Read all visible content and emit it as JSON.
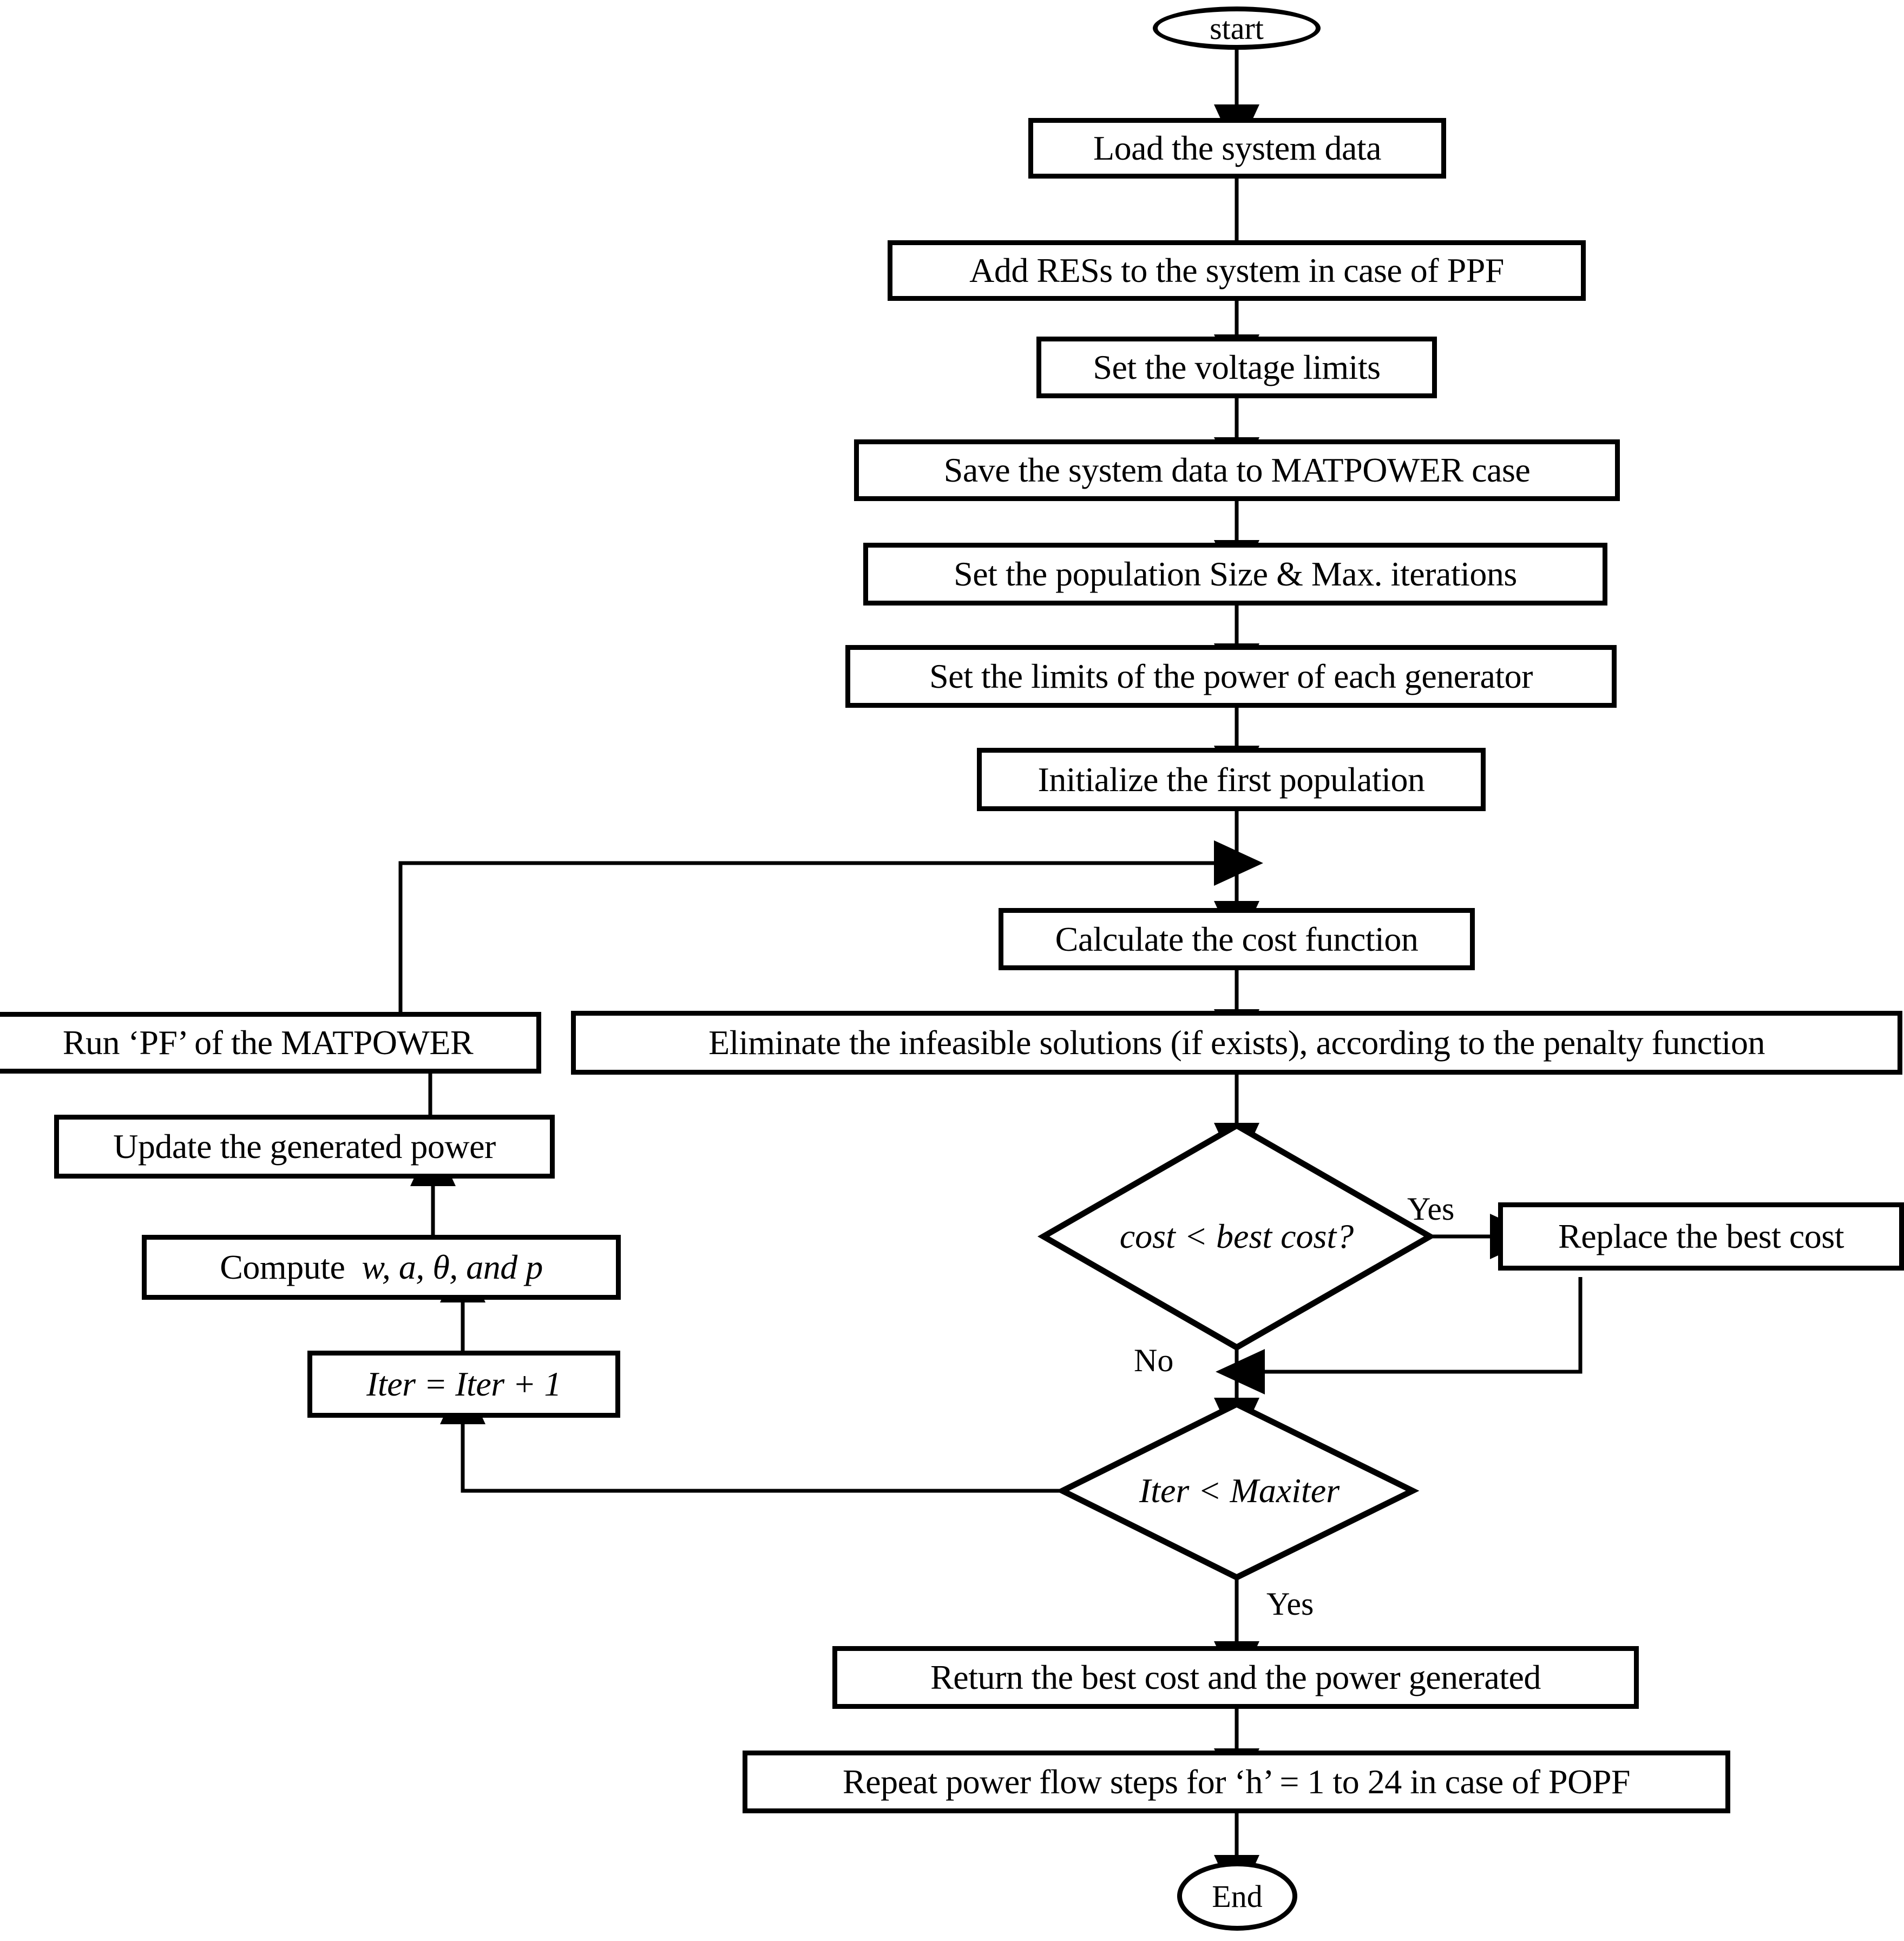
{
  "diagram": {
    "type": "flowchart",
    "title": "Power flow / optimal power flow optimization algorithm",
    "orientation": "top-to-bottom",
    "line_color": "#000000",
    "fill_color": "#ffffff"
  },
  "nodes": {
    "start": {
      "label": "start",
      "shape": "terminator"
    },
    "load_data": {
      "label": "Load the system data",
      "shape": "process"
    },
    "add_res": {
      "label": "Add RESs to the system in case of PPF",
      "shape": "process"
    },
    "set_voltage": {
      "label": "Set the voltage limits",
      "shape": "process"
    },
    "save_data": {
      "label": "Save the system data to MATPOWER case",
      "shape": "process"
    },
    "set_pop": {
      "label": "Set the population Size & Max. iterations",
      "shape": "process"
    },
    "set_limits": {
      "label": "Set the limits of the power of each generator",
      "shape": "process"
    },
    "init_pop": {
      "label": "Initialize the first population",
      "shape": "process"
    },
    "calc_cost": {
      "label": "Calculate the cost function",
      "shape": "process"
    },
    "eliminate": {
      "label": "Eliminate the infeasible solutions (if exists), according to the penalty function",
      "shape": "process"
    },
    "cost_check": {
      "label": "cost < best cost?",
      "shape": "decision",
      "italic": true
    },
    "replace_cost": {
      "label": "Replace the best cost",
      "shape": "process"
    },
    "iter_check": {
      "label": "Iter < Maxiter",
      "shape": "decision",
      "italic": true
    },
    "return_best": {
      "label": "Return the best cost and the power generated",
      "shape": "process"
    },
    "repeat_pf": {
      "label": "Repeat power flow steps for ‘h’ = 1 to 24 in case of POPF",
      "shape": "process"
    },
    "end": {
      "label": "End",
      "shape": "terminator"
    },
    "run_pf": {
      "label": "Run ‘PF’ of the MATPOWER",
      "shape": "process"
    },
    "update_power": {
      "label": "Update the generated power",
      "shape": "process"
    },
    "compute_params": {
      "label": "Compute  w,  a,  θ, and  p",
      "label_prefix": "Compute",
      "label_symbols": "w,  a,  θ, and  p",
      "shape": "process"
    },
    "iter_inc": {
      "label": "Iter = Iter + 1",
      "shape": "process",
      "italic": true
    }
  },
  "edge_labels": {
    "cost_yes": "Yes",
    "cost_no": "No",
    "iter_yes": "Yes"
  },
  "edges": [
    {
      "from": "start",
      "to": "load_data"
    },
    {
      "from": "load_data",
      "to": "add_res"
    },
    {
      "from": "add_res",
      "to": "set_voltage"
    },
    {
      "from": "set_voltage",
      "to": "save_data"
    },
    {
      "from": "save_data",
      "to": "set_pop"
    },
    {
      "from": "set_pop",
      "to": "set_limits"
    },
    {
      "from": "set_limits",
      "to": "init_pop"
    },
    {
      "from": "init_pop",
      "to": "calc_cost"
    },
    {
      "from": "calc_cost",
      "to": "eliminate"
    },
    {
      "from": "eliminate",
      "to": "cost_check"
    },
    {
      "from": "cost_check",
      "to": "replace_cost",
      "label": "Yes"
    },
    {
      "from": "replace_cost",
      "to": "iter_check"
    },
    {
      "from": "cost_check",
      "to": "iter_check",
      "label": "No"
    },
    {
      "from": "iter_check",
      "to": "return_best",
      "label": "Yes"
    },
    {
      "from": "iter_check",
      "to": "iter_inc"
    },
    {
      "from": "iter_inc",
      "to": "compute_params"
    },
    {
      "from": "compute_params",
      "to": "update_power"
    },
    {
      "from": "update_power",
      "to": "run_pf"
    },
    {
      "from": "run_pf",
      "to": "calc_cost"
    },
    {
      "from": "return_best",
      "to": "repeat_pf"
    },
    {
      "from": "repeat_pf",
      "to": "end"
    }
  ]
}
